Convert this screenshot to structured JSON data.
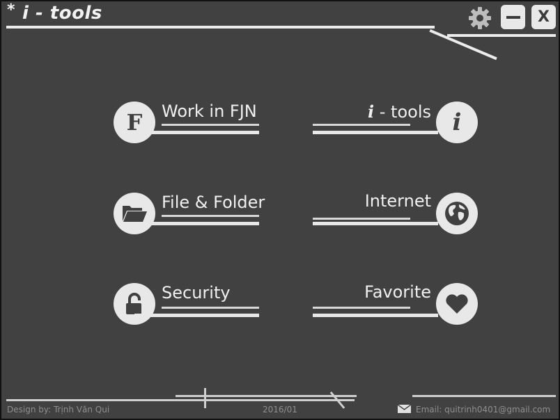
{
  "app": {
    "title_star": "*",
    "title": "i - tools"
  },
  "window_controls": {
    "settings_icon": "gear-icon",
    "minimize_icon": "minimize-icon",
    "close_label": "X"
  },
  "menu": {
    "items": [
      {
        "label": "Work in FJN",
        "icon": "letter-f-icon",
        "glyph": "F"
      },
      {
        "label": "- tools",
        "label_prefix": "i",
        "icon": "info-i-icon",
        "glyph": "i"
      },
      {
        "label": "File & Folder",
        "icon": "folder-open-icon"
      },
      {
        "label": "Internet",
        "icon": "globe-icon"
      },
      {
        "label": "Security",
        "icon": "padlock-icon"
      },
      {
        "label": "Favorite",
        "icon": "heart-icon"
      }
    ]
  },
  "footer": {
    "credit": "Design by: Trịnh Văn Qui",
    "date": "2016/01",
    "email": "Email: quitrinh0401@gmail.com",
    "email_icon": "envelope-icon"
  },
  "colors": {
    "background": "#414141",
    "foreground": "#e8e8e8",
    "footer_text": "#8f8f8f"
  }
}
